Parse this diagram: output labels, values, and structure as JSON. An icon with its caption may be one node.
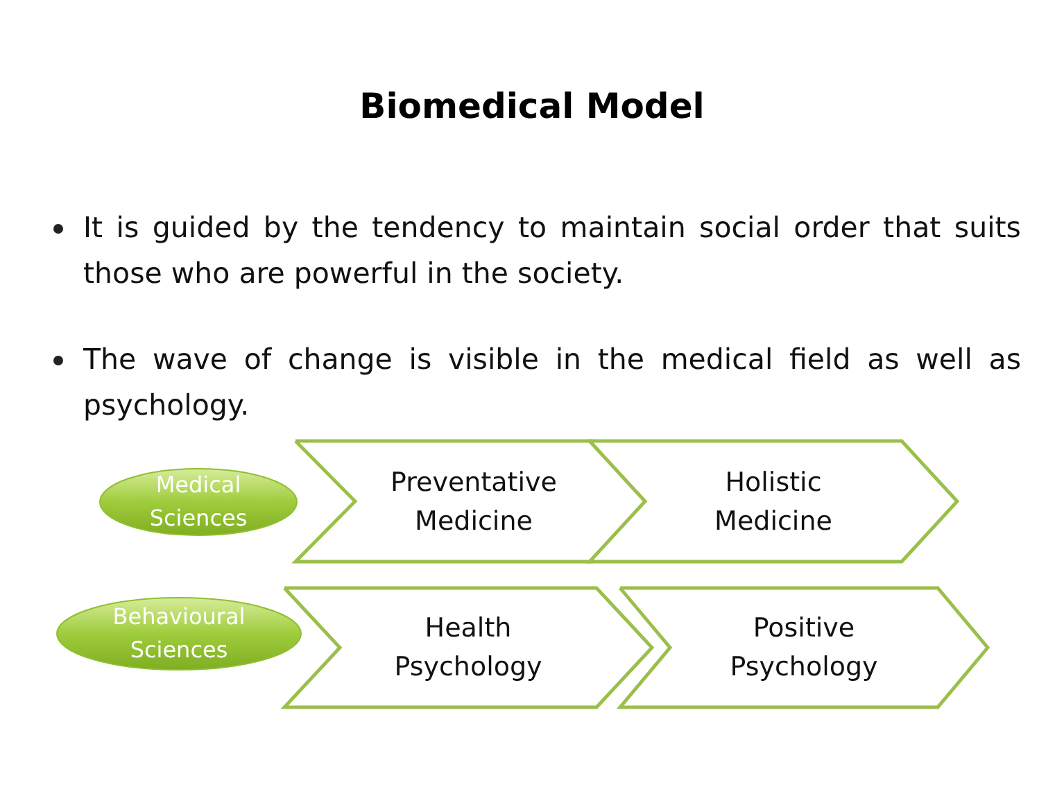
{
  "diagram": {
    "title": "Biomedical Model",
    "nodes": [
      {
        "text": [
          "Medical Sciences"
        ]
      },
      {
        "text": [
          "Preventative Medicine"
        ]
      },
      {
        "text": [
          "Holistic Medicine"
        ]
      },
      {
        "text": [
          "Behavioural Sciences"
        ]
      },
      {
        "text": [
          "Health Psychology"
        ]
      },
      {
        "text": [
          "Positive Psychology"
        ]
      }
    ],
    "labels": [
      "It is guided by the tendency to maintain social order that suits those who are powerful in the society.",
      "The wave of change is visible in the medical field as well as psychology."
    ]
  }
}
